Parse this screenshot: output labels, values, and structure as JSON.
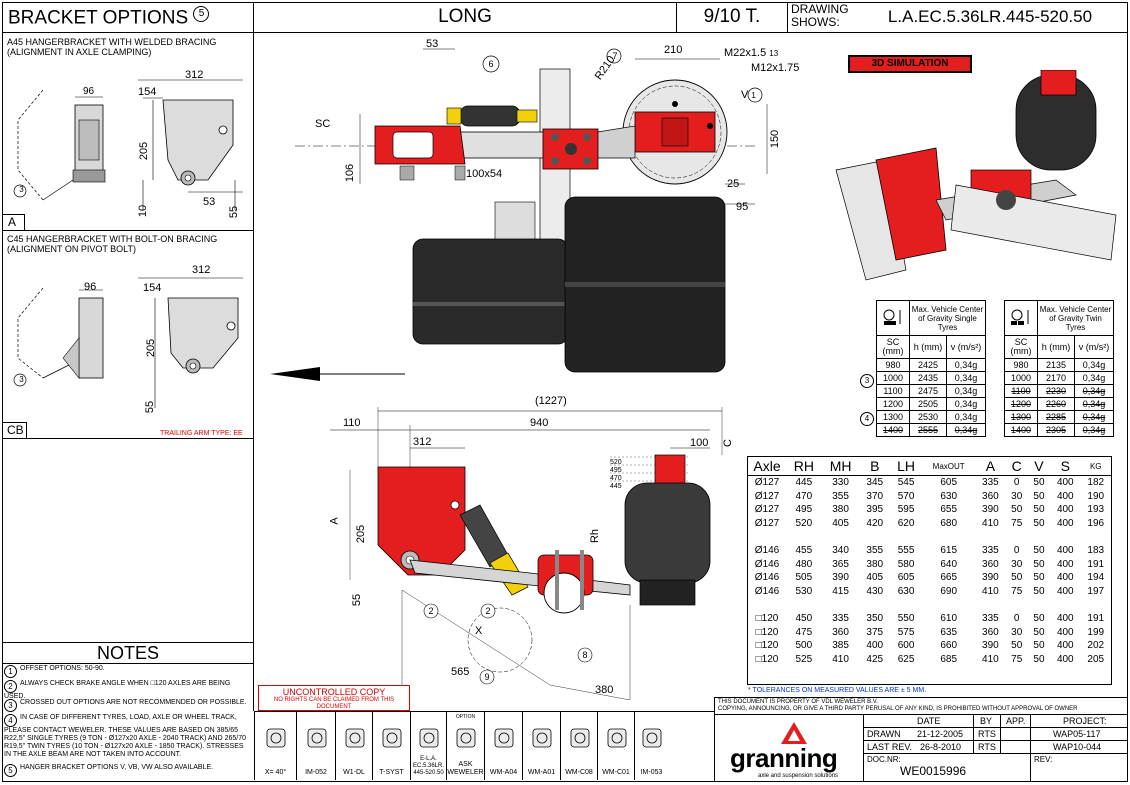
{
  "header": {
    "bracket_title": "BRACKET OPTIONS",
    "bracket_ref": "5",
    "variant": "LONG",
    "capacity": "9/10 T.",
    "drawing_label_1": "DRAWING",
    "drawing_label_2": "SHOWS:",
    "drawing_code": "L.A.EC.5.36LR.445-520.50"
  },
  "option_a": {
    "title_1": "A45 HANGERBRACKET WITH WELDED BRACING",
    "title_2": "(ALIGNMENT IN AXLE CLAMPING)",
    "letter": "A",
    "dims": {
      "d96": "96",
      "d312": "312",
      "d154": "154",
      "d205": "205",
      "d10": "10",
      "d53": "53",
      "d55": "55",
      "ref": "3"
    }
  },
  "option_cb": {
    "title_1": "C45 HANGERBRACKET WITH BOLT-ON BRACING",
    "title_2": "(ALIGNMENT ON PIVOT BOLT)",
    "letter": "CB",
    "dims": {
      "d96": "96",
      "d312": "312",
      "d154": "154",
      "d205": "205",
      "d55": "55",
      "ref": "3"
    },
    "trailing_arm": "TRAILING ARM TYPE: EE"
  },
  "notes": {
    "title": "NOTES",
    "items": [
      {
        "n": "1",
        "text": "OFFSET OPTIONS: 50-90."
      },
      {
        "n": "2",
        "text": "ALWAYS CHECK BRAKE ANGLE WHEN □120 AXLES ARE BEING USED."
      },
      {
        "n": "3",
        "text": "CROSSED OUT OPTIONS ARE NOT RECOMMENDED OR POSSIBLE."
      },
      {
        "n": "4",
        "text": "IN CASE OF DIFFERENT TYRES, LOAD, AXLE OR WHEEL TRACK, PLEASE CONTACT WEWELER. THESE VALUES ARE BASED ON 385/65 R22,5\" SINGLE TYRES (9 TON - Ø127x20 AXLE - 2040 TRACK) AND 265/70 R19,5\" TWIN TYRES (10 TON - Ø127x20 AXLE - 1850 TRACK). STRESSES IN THE AXLE BEAM ARE NOT TAKEN INTO ACCOUNT."
      },
      {
        "n": "5",
        "text": "HANGER BRACKET OPTIONS V, VB, VW ALSO AVAILABLE."
      }
    ]
  },
  "top_view": {
    "d53": "53",
    "d6": "6",
    "d7": "7",
    "d210": "210",
    "r210": "R210",
    "m22": "M22x1.5",
    "m22_ref": "13",
    "m12": "M12x1.75",
    "sc": "SC",
    "d106": "106",
    "d100x54": "100x54",
    "v": "V",
    "v_ref": "1",
    "d150": "150",
    "d25": "25",
    "d95": "95"
  },
  "simulation_label": "3D SIMULATION",
  "side_view": {
    "d1227": "(1227)",
    "d110": "110",
    "d940": "940",
    "d312": "312",
    "d100": "100",
    "c": "C",
    "a": "A",
    "d205": "205",
    "d55": "55",
    "rh": "Rh",
    "h520": "520",
    "h495": "495",
    "h470": "470",
    "h445": "445",
    "x": "X",
    "r2a": "2",
    "r2b": "2",
    "r9": "9",
    "r8": "8",
    "d565": "565",
    "d380": "380"
  },
  "cog_single": {
    "header": "Max. Vehicle Center of Gravity Single Tyres",
    "cols": [
      "SC (mm)",
      "h (mm)",
      "v (m/s²)"
    ],
    "rows": [
      {
        "sc": "980",
        "h": "2425",
        "v": "0,34g",
        "strike": false
      },
      {
        "sc": "1000",
        "h": "2435",
        "v": "0,34g",
        "strike": false
      },
      {
        "sc": "1100",
        "h": "2475",
        "v": "0,34g",
        "strike": false
      },
      {
        "sc": "1200",
        "h": "2505",
        "v": "0,34g",
        "strike": false
      },
      {
        "sc": "1300",
        "h": "2530",
        "v": "0,34g",
        "strike": false
      },
      {
        "sc": "1400",
        "h": "2555",
        "v": "0,34g",
        "strike": true
      }
    ]
  },
  "cog_twin": {
    "header": "Max. Vehicle Center of Gravity Twin Tyres",
    "cols": [
      "SC (mm)",
      "h (mm)",
      "v (m/s²)"
    ],
    "rows": [
      {
        "sc": "980",
        "h": "2135",
        "v": "0,34g",
        "strike": false
      },
      {
        "sc": "1000",
        "h": "2170",
        "v": "0,34g",
        "strike": false
      },
      {
        "sc": "1100",
        "h": "2230",
        "v": "0,34g",
        "strike": true
      },
      {
        "sc": "1200",
        "h": "2260",
        "v": "0,34g",
        "strike": true
      },
      {
        "sc": "1300",
        "h": "2285",
        "v": "0,34g",
        "strike": true
      },
      {
        "sc": "1400",
        "h": "2305",
        "v": "0,34g",
        "strike": true
      }
    ]
  },
  "cog_refs": {
    "r3": "3",
    "r4": "4"
  },
  "spec_table": {
    "headers": [
      "Axle",
      "RH",
      "MH",
      "B",
      "LH",
      "MaxOUT",
      "A",
      "C",
      "V",
      "S",
      "KG"
    ],
    "groups": [
      [
        [
          "Ø127",
          "445",
          "330",
          "345",
          "545",
          "605",
          "335",
          "0",
          "50",
          "400",
          "182"
        ],
        [
          "Ø127",
          "470",
          "355",
          "370",
          "570",
          "630",
          "360",
          "30",
          "50",
          "400",
          "190"
        ],
        [
          "Ø127",
          "495",
          "380",
          "395",
          "595",
          "655",
          "390",
          "50",
          "50",
          "400",
          "193"
        ],
        [
          "Ø127",
          "520",
          "405",
          "420",
          "620",
          "680",
          "410",
          "75",
          "50",
          "400",
          "196"
        ]
      ],
      [
        [
          "Ø146",
          "455",
          "340",
          "355",
          "555",
          "615",
          "335",
          "0",
          "50",
          "400",
          "183"
        ],
        [
          "Ø146",
          "480",
          "365",
          "380",
          "580",
          "640",
          "360",
          "30",
          "50",
          "400",
          "191"
        ],
        [
          "Ø146",
          "505",
          "390",
          "405",
          "605",
          "665",
          "390",
          "50",
          "50",
          "400",
          "194"
        ],
        [
          "Ø146",
          "530",
          "415",
          "430",
          "630",
          "690",
          "410",
          "75",
          "50",
          "400",
          "197"
        ]
      ],
      [
        [
          "□120",
          "450",
          "335",
          "350",
          "550",
          "610",
          "335",
          "0",
          "50",
          "400",
          "191"
        ],
        [
          "□120",
          "475",
          "360",
          "375",
          "575",
          "635",
          "360",
          "30",
          "50",
          "400",
          "199"
        ],
        [
          "□120",
          "500",
          "385",
          "400",
          "600",
          "660",
          "390",
          "50",
          "50",
          "400",
          "202"
        ],
        [
          "□120",
          "525",
          "410",
          "425",
          "625",
          "685",
          "410",
          "75",
          "50",
          "400",
          "205"
        ]
      ]
    ],
    "tolerance": "* TOLERANCES ON MEASURED VALUES ARE ± 5 MM."
  },
  "uncontrolled": {
    "title": "UNCONTROLLED COPY",
    "subtitle": "NO RIGHTS CAN BE CLAIMED FROM THIS DOCUMENT"
  },
  "footer_icons": [
    {
      "label": "X= 40°",
      "icon": "angle-icon"
    },
    {
      "label": "IM-052",
      "icon": "wrench-icon"
    },
    {
      "label": "W1-DL",
      "icon": "weld-icon"
    },
    {
      "label": "T-SYST",
      "icon": "document-icon"
    },
    {
      "label": "E-L.A. EC.5.36LR. 445-520.50",
      "icon": "grease-icon"
    },
    {
      "label": "ASK WEWELER",
      "icon": "option-icon",
      "top": "OPTION"
    },
    {
      "label": "WM-A04",
      "icon": "bracket-a-icon"
    },
    {
      "label": "WM-A01",
      "icon": "axle-icon"
    },
    {
      "label": "WM-C08",
      "icon": "clamp-icon"
    },
    {
      "label": "WM-C01",
      "icon": "hanger-icon"
    },
    {
      "label": "IM-053",
      "icon": "blank-icon"
    }
  ],
  "title_block": {
    "property_1": "THIS DOCUMENT IS PROPERTY OF VDL WEWELER B.V.",
    "property_2": "COPYING, ANNOUNCING, OR GIVE A THIRD PARTY PERUSAL OF ANY KIND, IS PROHIBITED WITHOUT APPROVAL OF OWNER",
    "col_date": "DATE",
    "col_by": "BY",
    "col_app": "APP.",
    "col_project": "PROJECT:",
    "drawn_label": "DRAWN",
    "drawn_date": "21-12-2005",
    "drawn_by": "RTS",
    "project_1": "WAP05-117",
    "lastrev_label": "LAST REV.",
    "lastrev_date": "26-8-2010",
    "lastrev_by": "RTS",
    "project_2": "WAP10-044",
    "docnr_label": "DOC.NR:",
    "docnr": "WE0015996",
    "rev_label": "REV:",
    "brand": "granning",
    "tagline": "axle and suspension solutions"
  }
}
